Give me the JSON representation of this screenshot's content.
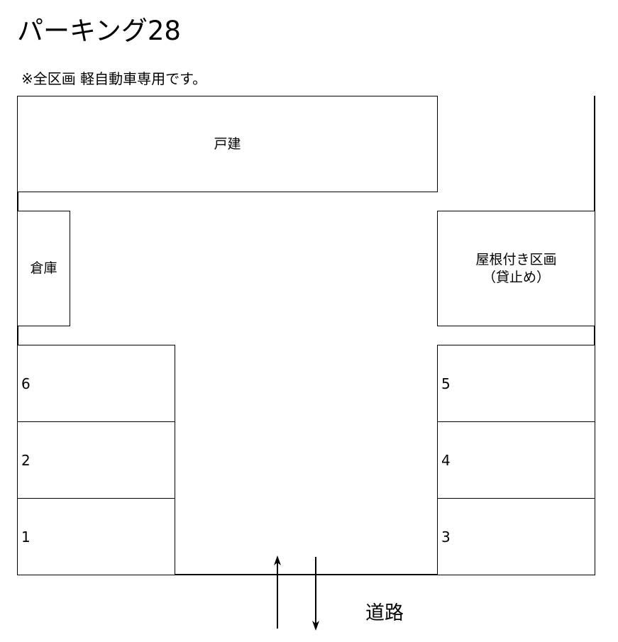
{
  "header": {
    "title": "パーキング28",
    "note": "※全区画 軽自動車専用です。"
  },
  "buildings": {
    "house": "戸建",
    "storage": "倉庫",
    "covered_space_line1": "屋根付き区画",
    "covered_space_line2": "（貸止め）"
  },
  "parking_slots": {
    "left": [
      "6",
      "2",
      "1"
    ],
    "right": [
      "5",
      "4",
      "3"
    ]
  },
  "road": {
    "label": "道路",
    "arrows": [
      "arrow-up-icon",
      "arrow-down-icon"
    ]
  },
  "colors": {
    "line": "#000000",
    "background": "#ffffff"
  }
}
